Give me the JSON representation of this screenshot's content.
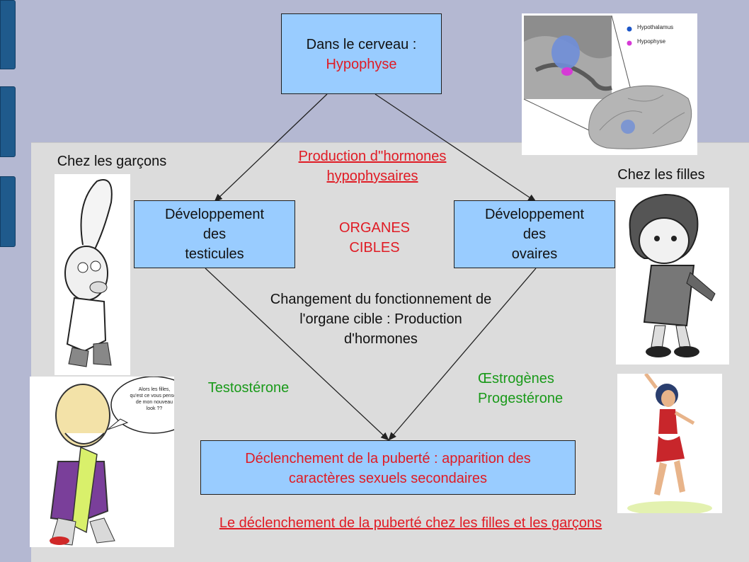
{
  "top_box": {
    "line1": "Dans le cerveau :",
    "line2": "Hypophyse"
  },
  "production_label": {
    "line1": "Production d''hormones",
    "line2": "hypophysaires"
  },
  "left_box": {
    "line1": "Développement",
    "line2": "des",
    "line3": "testicules"
  },
  "right_box": {
    "line1": "Développement",
    "line2": "des",
    "line3": "ovaires"
  },
  "target_label": {
    "line1": "ORGANES",
    "line2": "CIBLES"
  },
  "change_label": {
    "line1": "Changement du fonctionnement de",
    "line2": "l'organe cible : Production",
    "line3": "d'hormones"
  },
  "left_hormone": "Testostérone",
  "right_hormone": {
    "line1": "Œstrogènes",
    "line2": "Progestérone"
  },
  "bottom_box": {
    "line1": "Déclenchement de la puberté : apparition des",
    "line2": "caractères sexuels secondaires"
  },
  "caption": "Le déclenchement de la puberté chez les filles et les garçons",
  "boys_label": "Chez les garçons",
  "girls_label": "Chez les filles",
  "brain_legend": {
    "item1": "Hypothalamus",
    "item2": "Hypophyse"
  },
  "speech_bubble": {
    "line1": "Alors les filles,",
    "line2": "qu'est ce vous pensez",
    "line3": "de mon nouveau",
    "line4": "look ??"
  },
  "colors": {
    "box_fill": "#99ccff",
    "red_text": "#e01b24",
    "green_text": "#1a9a1a",
    "panel": "#dcdcdc",
    "background": "#b4b8d2",
    "hypothalamus": "#1c56c8",
    "hypophyse": "#d63ad6"
  }
}
